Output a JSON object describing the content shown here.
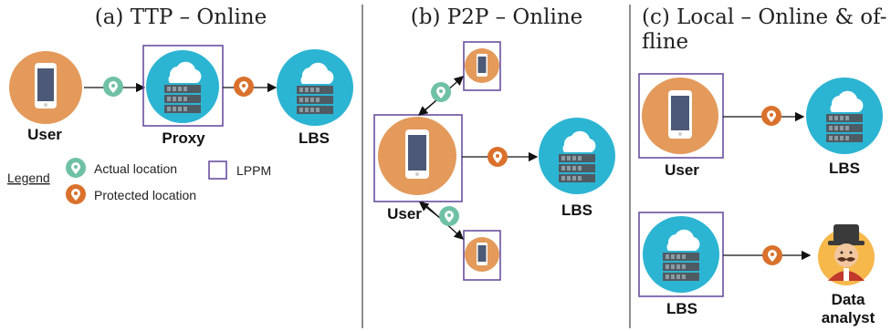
{
  "panels": {
    "ttp": {
      "title": "(a) TTP – Online",
      "user_label": "User",
      "proxy_label": "Proxy",
      "lbs_label": "LBS"
    },
    "p2p": {
      "title": "(b) P2P – Online",
      "user_label": "User",
      "lbs_label": "LBS"
    },
    "local": {
      "title_line1": "(c) Local – Online & of-",
      "title_line2": "fline",
      "user_label": "User",
      "lbs_label_online": "LBS",
      "lbs_label_offline": "LBS",
      "analyst_label_line1": "Data",
      "analyst_label_line2": "analyst"
    }
  },
  "legend": {
    "title": "Legend",
    "actual": "Actual location",
    "protected": "Protected location",
    "lppm": "LPPM"
  },
  "colors": {
    "user_circle": "#E39A5B",
    "server_circle": "#2CB4D3",
    "actual_pin": "#6FC1A6",
    "protected_pin": "#D9712C",
    "lppm_box": "#6A4FA0",
    "divider": "#444444"
  },
  "icons": {
    "user": "smartphone-icon",
    "server": "cloud-server-icon",
    "actual": "location-pin-icon",
    "protected": "location-pin-icon",
    "analyst": "data-analyst-icon"
  }
}
